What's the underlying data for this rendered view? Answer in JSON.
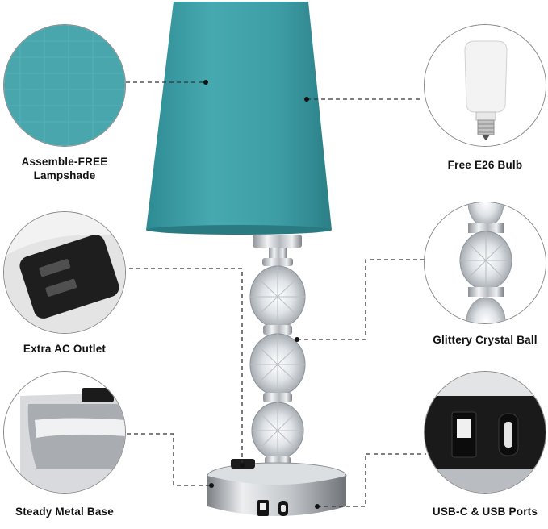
{
  "features": {
    "lampshade": "Assemble-FREE\nLampshade",
    "bulb": "Free E26 Bulb",
    "outlet": "Extra AC Outlet",
    "crystal": "Glittery Crystal Ball",
    "base": "Steady Metal Base",
    "ports": "USB-C & USB Ports"
  },
  "colors": {
    "shade": "#3f9ea6",
    "shade_dark": "#2f8088",
    "chrome": "#c9ccd0",
    "leader": "#333333"
  }
}
